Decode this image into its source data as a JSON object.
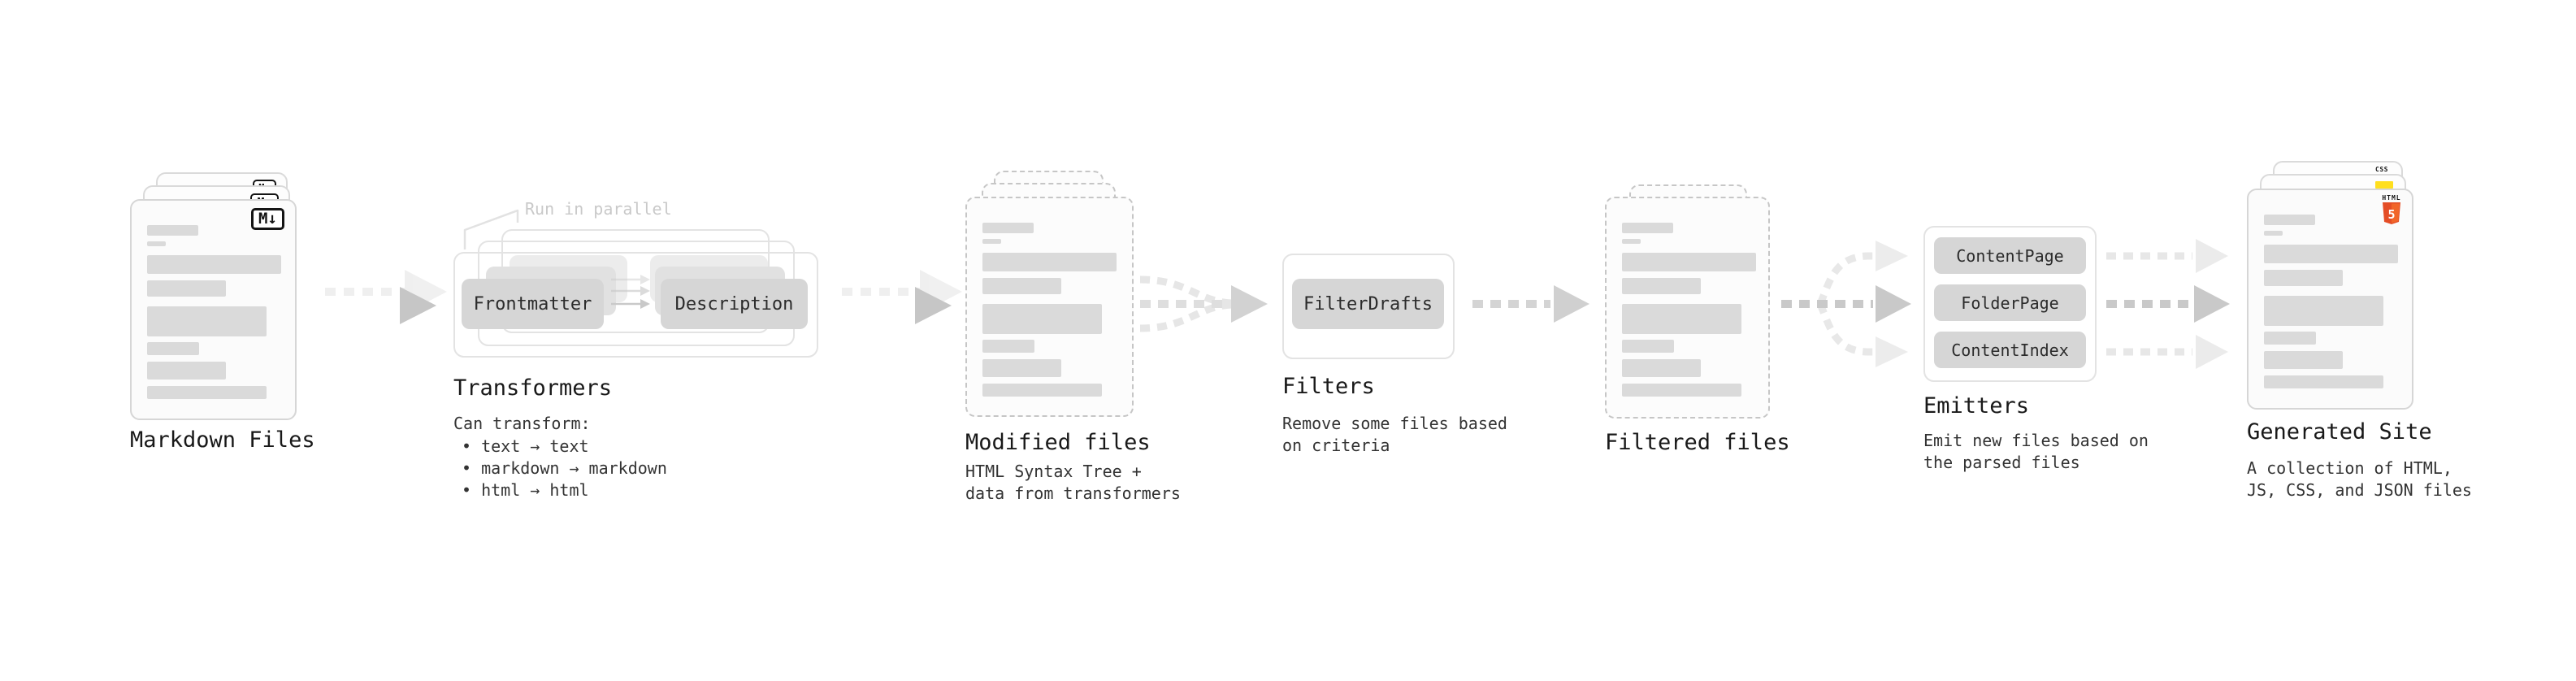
{
  "stages": {
    "markdown": {
      "label": "Markdown Files",
      "badge": "M↓"
    },
    "transformers": {
      "heading": "Transformers",
      "note": "Run in parallel",
      "pill_left": "Frontmatter",
      "pill_right": "Description",
      "desc_title": "Can transform:",
      "bullets": [
        "• text → text",
        "• markdown → markdown",
        "• html → html"
      ]
    },
    "modified": {
      "heading": "Modified files",
      "desc_line1": "HTML Syntax Tree +",
      "desc_line2": "data from transformers"
    },
    "filters": {
      "heading": "Filters",
      "pill": "FilterDrafts",
      "desc_line1": "Remove some files based",
      "desc_line2": "on criteria"
    },
    "filtered": {
      "heading": "Filtered files"
    },
    "emitters": {
      "heading": "Emitters",
      "pill_1": "ContentPage",
      "pill_2": "FolderPage",
      "pill_3": "ContentIndex",
      "desc_line1": "Emit new files based on",
      "desc_line2": "the parsed files"
    },
    "generated": {
      "heading": "Generated Site",
      "desc_line1": "A collection of HTML,",
      "desc_line2": "JS, CSS, and JSON files",
      "css_badge": "CSS",
      "html_badge_label": "HTML",
      "html_badge_number": "5"
    }
  },
  "colors": {
    "html5_orange": "#e44d26",
    "html5_orange_light": "#f16529",
    "js_yellow": "#ffdf1e",
    "css_blue": "#2a66f5",
    "arrow_gray": "#c9c9c9",
    "arrow_light": "#e5e5e5",
    "pill_gray": "#d6d6d6"
  }
}
